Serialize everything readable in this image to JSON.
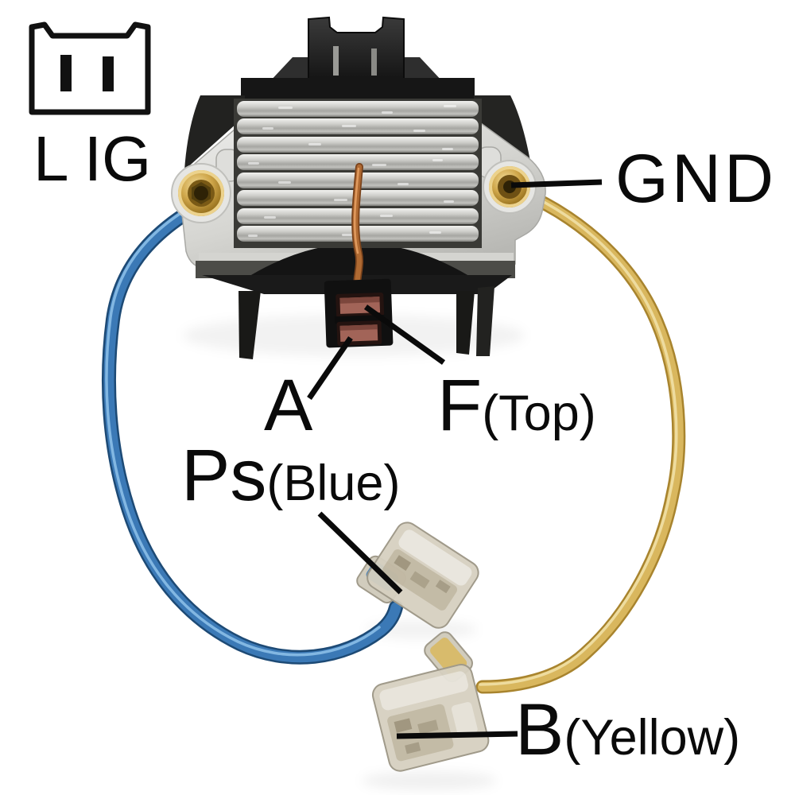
{
  "background": "#ffffff",
  "connector_pinout_icon": {
    "icon": "two-pin-connector-outline",
    "label": "L IG",
    "pin_count": 2
  },
  "annotations": {
    "gnd": {
      "text": "GND"
    },
    "a": {
      "text": "A"
    },
    "f": {
      "main": "F",
      "qualifier": "(Top)"
    },
    "ps": {
      "main": "Ps",
      "qualifier": "(Blue)"
    },
    "b": {
      "main": "B",
      "qualifier": "(Yellow)"
    }
  },
  "colors": {
    "label_text": "#0a0a0a",
    "leader_line": "#0a0a0a",
    "wire_blue": "#3b79b6",
    "wire_blue_dark": "#1d4a75",
    "wire_blue_highlight": "#8fc2ea",
    "wire_yellow": "#d9b75e",
    "wire_yellow_dark": "#a8842e",
    "wire_yellow_highlight": "#f0e0a6",
    "brass_eyelet": "#c59a3f",
    "heatsink_fin": "#c9c9c5",
    "body_plastic": "#1c1c1c",
    "copper_lead": "#b06a32",
    "terminal_brush": "#a26458",
    "clear_insulator": "#d6d0c0"
  }
}
